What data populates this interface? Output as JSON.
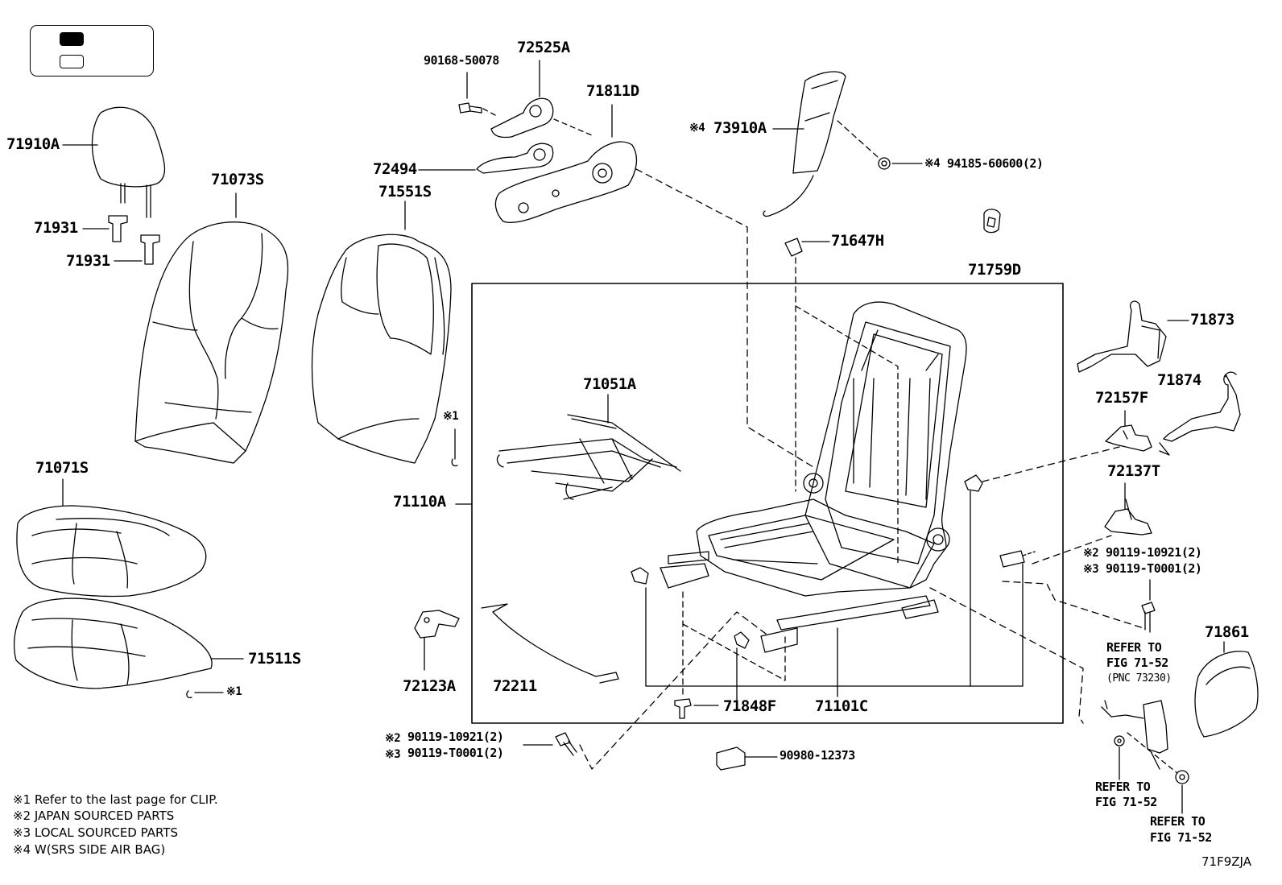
{
  "diagram": {
    "code": "71F9ZJA",
    "parts": [
      "90168-50078",
      "72525A",
      "71811D",
      "72494",
      "71551S",
      "71910A",
      "71073S",
      "71931",
      "71931",
      "73910A",
      "94185-60600(2)",
      "71647H",
      "71759D",
      "71873",
      "71874",
      "72157F",
      "72137T",
      "90119-10921(2)",
      "90119-T0001(2)",
      "71861",
      "71051A",
      "71110A",
      "71071S",
      "71511S",
      "72123A",
      "72211",
      "71848F",
      "71101C",
      "90119-10921(2)",
      "90119-T0001(2)",
      "90980-12373"
    ],
    "marks": {
      "m1": "※1",
      "m2": "※2",
      "m3": "※3",
      "m4": "※4"
    },
    "refs": {
      "r1_a": "REFER TO",
      "r1_b": "FIG 71-52",
      "r1_c": "(PNC 73230)",
      "r2_a": "REFER TO",
      "r2_b": "FIG 71-52",
      "r3_a": "REFER TO",
      "r3_b": "FIG 71-52"
    },
    "notes": [
      "※1  Refer to the last page for CLIP.",
      "※2  JAPAN SOURCED PARTS",
      "※3  LOCAL SOURCED PARTS",
      "※4 W(SRS SIDE AIR BAG)"
    ]
  }
}
